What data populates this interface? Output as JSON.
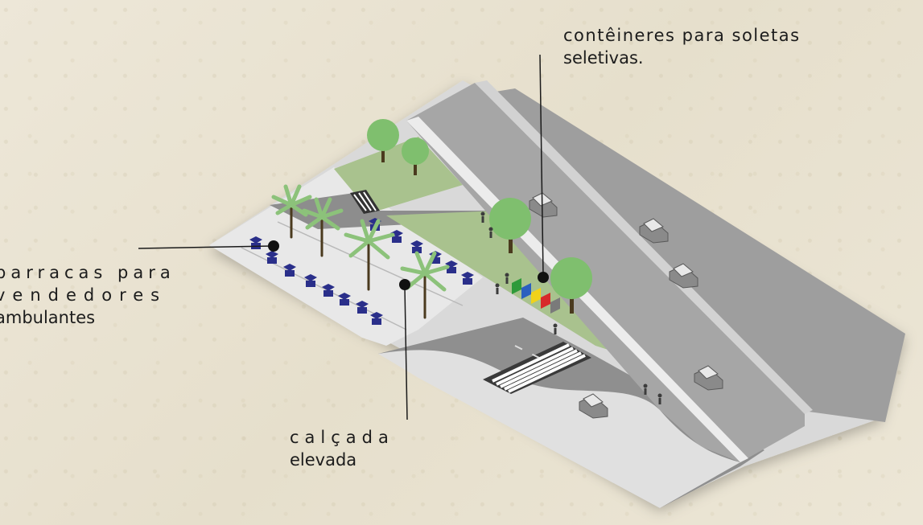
{
  "labels": {
    "containers": {
      "line1": "contêineres para soletas",
      "line2": "seletivas."
    },
    "stalls": {
      "line1": "barracas para",
      "line2": "vendedores",
      "line3": "ambulantes"
    },
    "sidewalk": {
      "line1": "calçada",
      "line2": "elevada"
    }
  },
  "colors": {
    "background": "#ece6d6",
    "asphalt": "#9a9a9a",
    "asphalt_dark": "#7f7f7f",
    "pavement": "#e4e4e4",
    "grass": "#a9c28e",
    "tree": "#7fbf6e",
    "tree_trunk": "#4a3a1e",
    "stall": "#2a2f8a",
    "recycling_bins": [
      "#2e9a3a",
      "#2a5fbf",
      "#f0d21a",
      "#d72a2a",
      "#7a7a7a"
    ]
  },
  "icons": [
    "tree-icon",
    "palm-tree-icon",
    "car-icon",
    "stall-icon",
    "pedestrian-icon",
    "recycling-bin-icon",
    "crosswalk-icon"
  ]
}
